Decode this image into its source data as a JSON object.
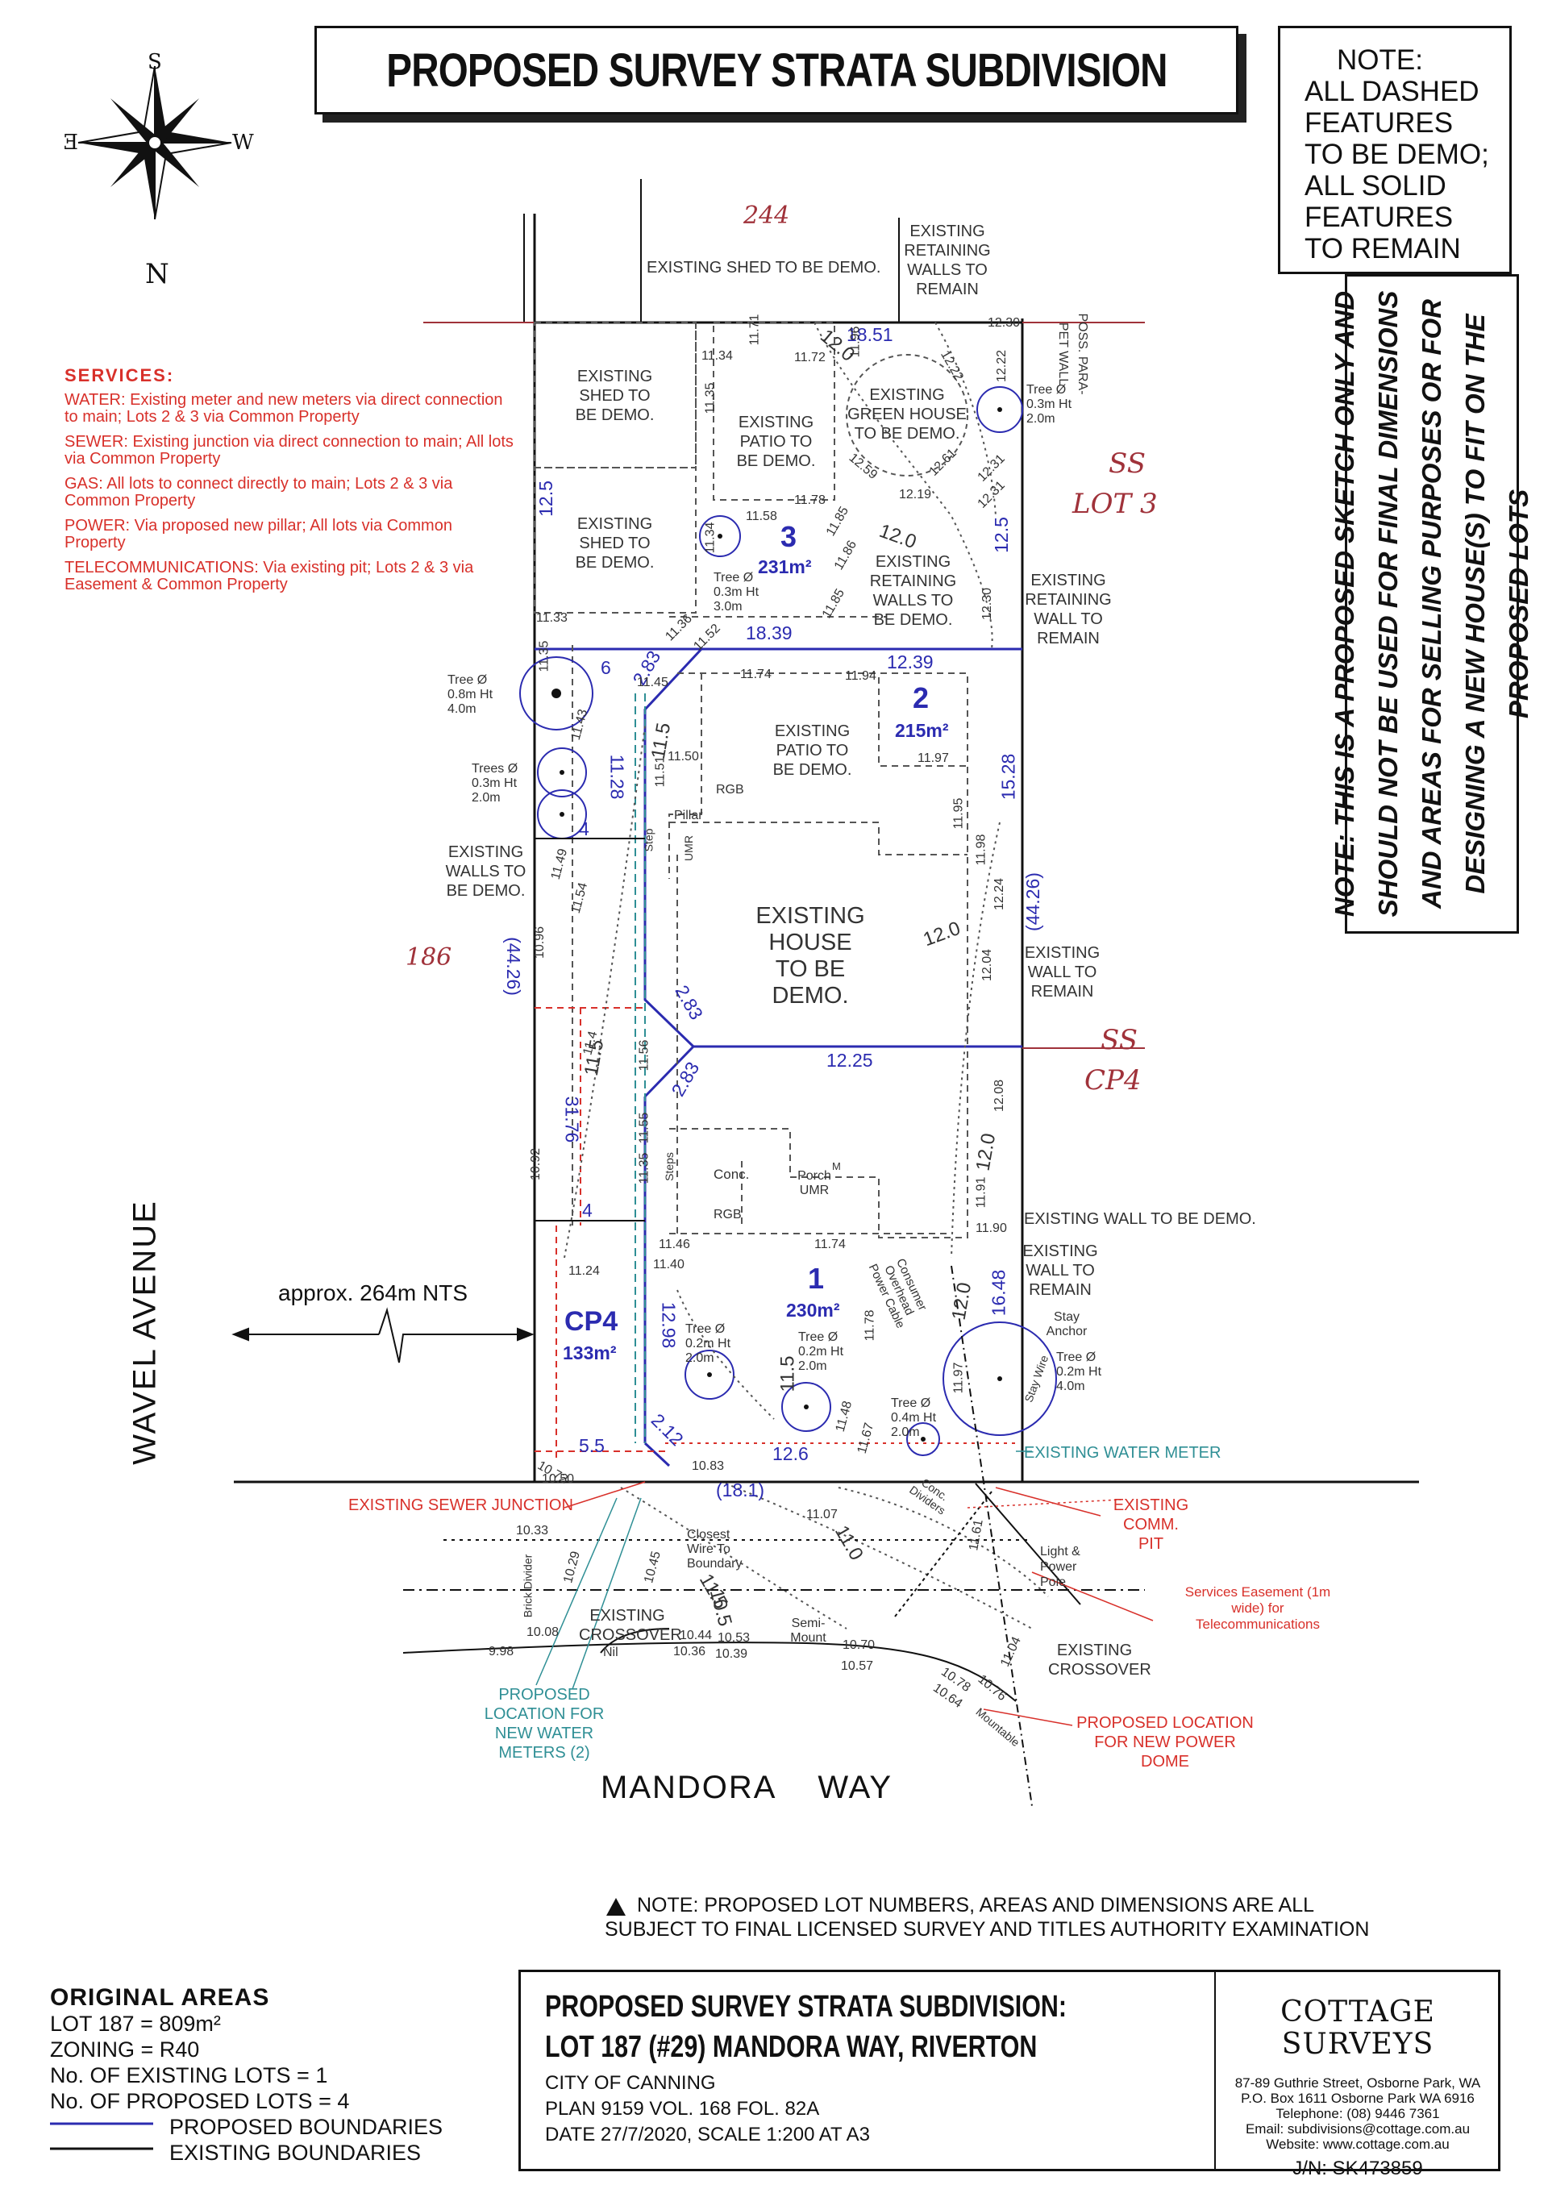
{
  "title": "PROPOSED SURVEY STRATA SUBDIVISION",
  "note_box": {
    "lines": [
      "NOTE:",
      "ALL DASHED",
      "FEATURES",
      "TO BE DEMO;",
      "ALL SOLID",
      "FEATURES",
      "TO REMAIN"
    ]
  },
  "vertical_note": "NOTE: THIS IS A PROPOSED SKETCH ONLY AND SHOULD NOT BE USED FOR FINAL DIMENSIONS AND AREAS FOR SELLING PURPOSES OR FOR DESIGNING A NEW HOUSE(S) TO FIT ON THE PROPOSED LOTS",
  "compass": {
    "s": "S",
    "n": "N",
    "e": "E",
    "w": "W"
  },
  "services": {
    "heading": "SERVICES:",
    "items": [
      "WATER: Existing meter and new meters via direct connection to main; Lots 2 & 3 via Common Property",
      "SEWER: Existing junction via direct connection to main; All lots via Common Property",
      "GAS: All lots to connect directly to main; Lots 2 & 3 via Common Property",
      "POWER: Via proposed new pillar; All lots via Common Property",
      "TELECOMMUNICATIONS: Via existing pit; Lots 2 & 3 via Easement & Common Property"
    ]
  },
  "neighbours": {
    "north": "244",
    "west": "186",
    "ss_lot3_a": "SS",
    "ss_lot3_b": "LOT 3",
    "ss_cp4_a": "SS",
    "ss_cp4_b": "CP4"
  },
  "streets": {
    "wavel": "WAVEL AVENUE",
    "mandora": "MANDORA WAY",
    "approx": "approx. 264m NTS"
  },
  "lots": [
    {
      "num": "3",
      "area": "231m²"
    },
    {
      "num": "2",
      "area": "215m²"
    },
    {
      "num": "1",
      "area": "230m²"
    },
    {
      "num": "CP4",
      "area": "133m²"
    }
  ],
  "features": {
    "shed_top": "EXISTING SHED TO BE DEMO.",
    "retaining_top": "EXISTING RETAINING WALLS TO REMAIN",
    "shed1": "EXISTING SHED TO BE DEMO.",
    "patio3": "EXISTING PATIO TO BE DEMO.",
    "greenhouse": "EXISTING GREEN HOUSE TO BE DEMO.",
    "parapet": "POSS. PARA- PET WALL",
    "tree_top": "Tree Ø 0.3m Ht 2.0m",
    "shed2": "EXISTING SHED TO BE DEMO.",
    "tree3": "Tree Ø 0.3m Ht 3.0m",
    "retaining_mid": "EXISTING RETAINING WALLS TO BE DEMO.",
    "retaining_right": "EXISTING RETAINING WALL TO REMAIN",
    "tree_left": "Tree Ø 0.8m Ht 4.0m",
    "trees_left": "Trees Ø 0.3m Ht 2.0m",
    "walls_left": "EXISTING WALLS TO BE DEMO.",
    "patio2": "EXISTING PATIO TO BE DEMO.",
    "rgb": "RGB",
    "pillar": "Pillar",
    "umr": "UMR",
    "step": "Step",
    "house": "EXISTING HOUSE TO BE DEMO.",
    "wall_remain": "EXISTING WALL TO REMAIN",
    "steps": "Steps",
    "conc": "Conc.",
    "porch": "Porch UMR",
    "m": "M",
    "rgb2": "RGB",
    "wall_demo": "EXISTING WALL TO BE DEMO.",
    "wall_remain2": "EXISTING WALL TO REMAIN",
    "consumer": "Consumer Overhead Power Cable",
    "stay": "Stay Anchor",
    "stay_wire": "Stay Wire",
    "tree_a": "Tree Ø 0.2m Ht 2.0m",
    "tree_b": "Tree Ø 0.2m Ht 2.0m",
    "tree_c": "Tree Ø 0.4m Ht 2.0m",
    "tree_d": "Tree Ø 0.2m Ht 4.0m",
    "water_meter": "EXISTING WATER METER",
    "sewer": "EXISTING SEWER JUNCTION",
    "comm_pit": "EXISTING COMM. PIT",
    "conc_div": "Conc. Dividers",
    "light_pole": "Light & Power Pole",
    "easement": "Services Easement (1m wide) for Telecommunications",
    "closest": "Closest Wire To Boundary",
    "brick": "Brick Divider",
    "crossover1": "EXISTING CROSSOVER",
    "nil": "Nil",
    "semi": "Semi-Mount",
    "crossover2": "EXISTING CROSSOVER",
    "mountable": "Mountable",
    "power_dome": "PROPOSED LOCATION FOR NEW POWER DOME",
    "water_meters_new": "PROPOSED LOCATION FOR NEW WATER METERS (2)"
  },
  "blue_dims": {
    "d1851": "18.51",
    "d125": "12.5",
    "d125b": "12.5",
    "d1839": "18.39",
    "d1239": "12.39",
    "d283a": "2.83",
    "d6": "6",
    "d1128": "11.28",
    "d4a": "4",
    "d1528": "15.28",
    "d4426a": "(44.26)",
    "d4426b": "(44.26)",
    "d283b": "2.83",
    "d283c": "2.83",
    "d1225": "12.25",
    "d3176": "31.76",
    "d4b": "4",
    "d1298": "12.98",
    "d1648": "16.48",
    "d55": "5.5",
    "d212": "2.12",
    "d126": "12.6",
    "d181": "(18.1)"
  },
  "levels": [
    "12.30",
    "11.34",
    "11.71",
    "11.72",
    "11.96",
    "12.22",
    "12.22",
    "11.35",
    "12.59",
    "12.61",
    "12.31",
    "12.19",
    "11.78",
    "12.31",
    "11.58",
    "11.34",
    "11.85",
    "11.86",
    "11.85",
    "12.30",
    "11.33",
    "11.35",
    "11.36",
    "11.52",
    "11.45",
    "11.74",
    "11.94",
    "11.97",
    "11.50",
    "11.51",
    "11.43",
    "11.49",
    "11.54",
    "10.96",
    "11.95",
    "11.98",
    "12.24",
    "12.04",
    "11.4",
    "11.56",
    "11.55",
    "11.35",
    "10.92",
    "11.91",
    "11.90",
    "11.46",
    "11.74",
    "11.40",
    "11.24",
    "11.78",
    "11.97",
    "11.48",
    "11.67",
    "10.72",
    "10.50",
    "10.83",
    "11.61",
    "11.07",
    "10.33",
    "10.29",
    "10.45",
    "10.08",
    "9.98",
    "10.44",
    "10.53",
    "10.36",
    "10.39",
    "10.70",
    "10.57",
    "10.78",
    "10.76",
    "10.64",
    "11.04",
    "12.08"
  ],
  "contours": [
    "12.0",
    "12.0",
    "12.0",
    "12.0",
    "11.5",
    "11.5",
    "11.5",
    "11.5",
    "12.0",
    "11.0",
    "10.5"
  ],
  "bottom_note": [
    "NOTE: PROPOSED LOT NUMBERS, AREAS AND DIMENSIONS ARE ALL",
    "SUBJECT TO FINAL LICENSED SURVEY AND TITLES AUTHORITY EXAMINATION"
  ],
  "original_areas": {
    "heading": "ORIGINAL AREAS",
    "lines": [
      "LOT 187 = 809m²",
      "ZONING = R40",
      "No. OF EXISTING LOTS = 1",
      "No. OF PROPOSED LOTS = 4"
    ],
    "legend_proposed": "PROPOSED BOUNDARIES",
    "legend_existing": "EXISTING BOUNDARIES"
  },
  "title_block": {
    "line1": "PROPOSED SURVEY STRATA SUBDIVISION:",
    "line2": "LOT 187 (#29) MANDORA WAY, RIVERTON",
    "line3": "CITY OF CANNING",
    "line4": "PLAN 9159    VOL. 168    FOL. 82A",
    "line5": "DATE 27/7/2020,    SCALE 1:200 AT A3"
  },
  "company": {
    "name": "COTTAGE SURVEYS",
    "addr1": "87-89 Guthrie Street, Osborne Park, WA",
    "addr2": "P.O. Box 1611 Osborne Park  WA  6916",
    "phone": "Telephone: (08) 9446 7361",
    "email": "Email: subdivisions@cottage.com.au",
    "web": "Website: www.cottage.com.au",
    "jn": "J/N: SK473859"
  },
  "colors": {
    "proposed": "#2b2bb0",
    "existing": "#111111",
    "red": "#d8302a",
    "teal": "#2f8f95"
  }
}
